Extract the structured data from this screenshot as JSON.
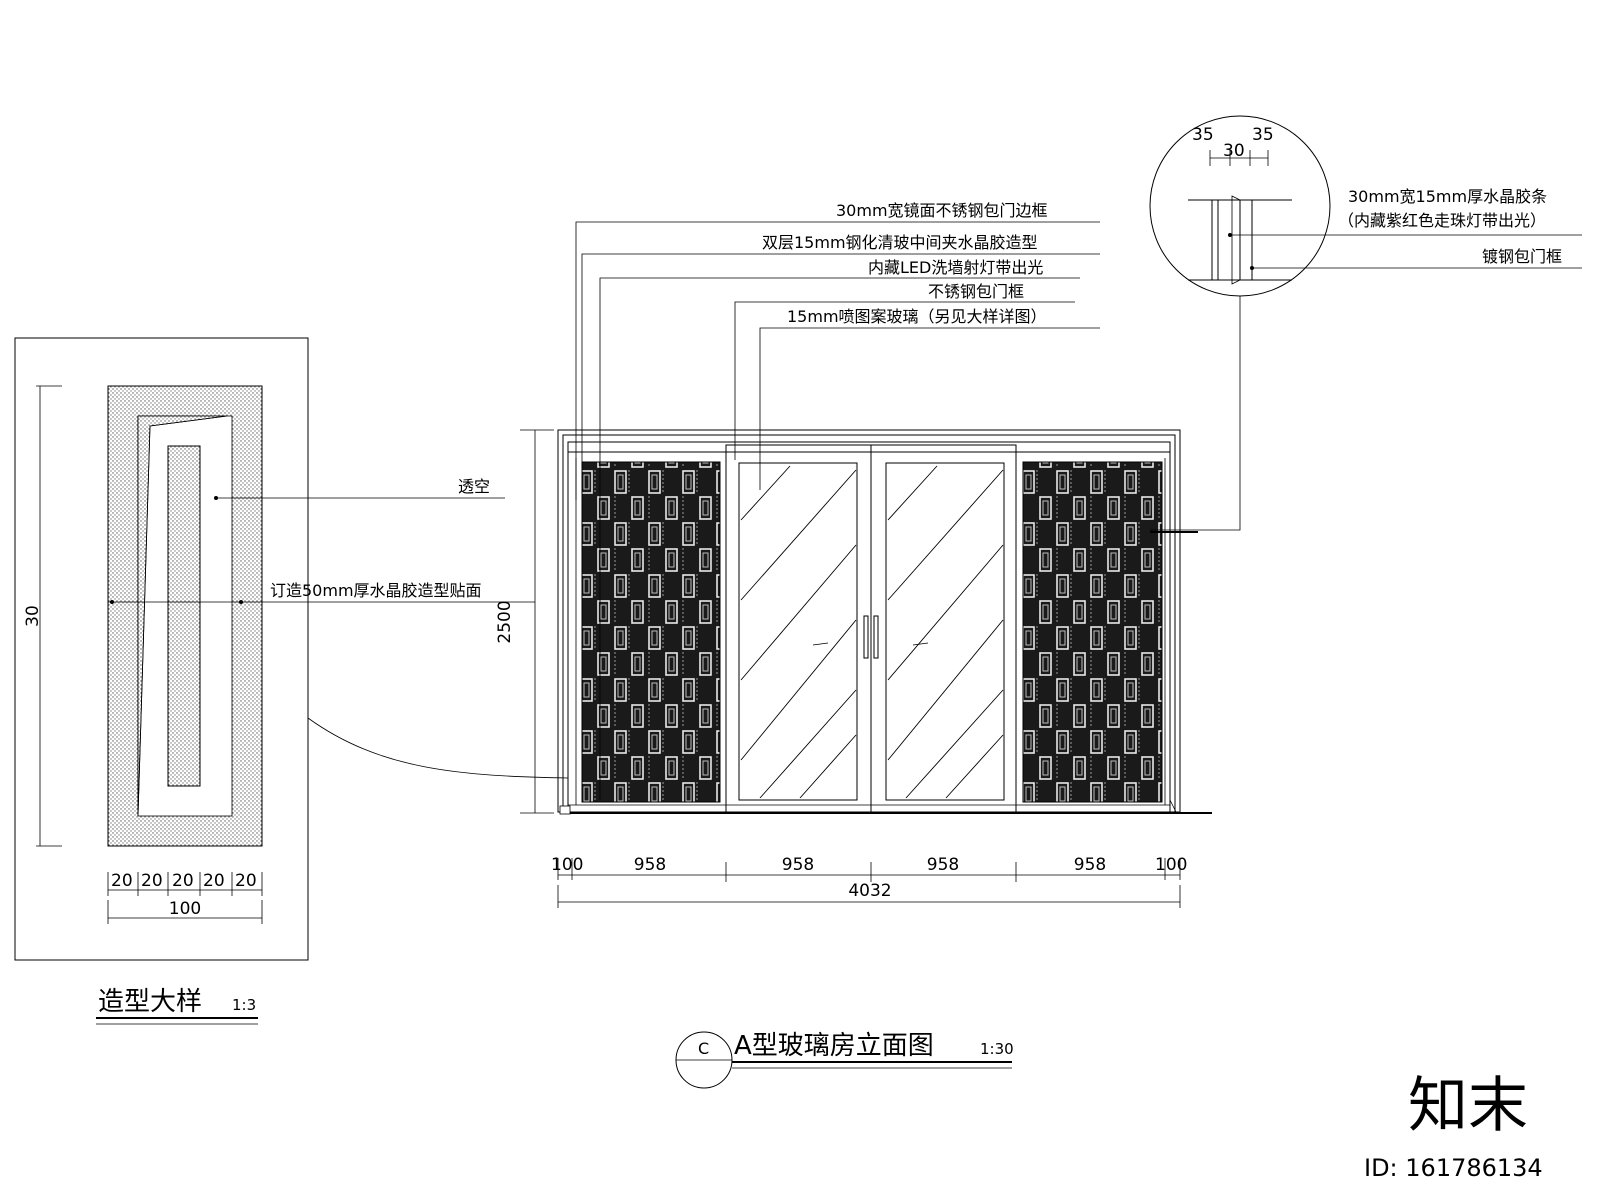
{
  "detail": {
    "title": "造型大样",
    "scale": "1:3",
    "dim_height": "30",
    "dim_segments": [
      "20",
      "20",
      "20",
      "20",
      "20"
    ],
    "dim_total": "100",
    "label_hollow": "透空",
    "label_facing": "订造50mm厚水晶胶造型贴面"
  },
  "elevation": {
    "title": "A型玻璃房立面图",
    "scale": "1:30",
    "section_mark": "C",
    "height_dim": "2500",
    "dims": [
      "100",
      "958",
      "958",
      "958",
      "958",
      "100"
    ],
    "total_dim": "4032",
    "callouts": [
      "30mm宽镜面不锈钢包门边框",
      "双层15mm钢化清玻中间夹水晶胶造型",
      "内藏LED洗墙射灯带出光",
      "不锈钢包门框",
      "15mm喷图案玻璃（另见大样详图）"
    ]
  },
  "section": {
    "dims": [
      "35",
      "30",
      "35"
    ],
    "label_strip_1": "30mm宽15mm厚水晶胶条",
    "label_strip_2": "（内藏紫红色走珠灯带出光）",
    "label_frame": "镀钢包门框"
  },
  "watermark": {
    "logo": "知末",
    "id": "ID: 161786134"
  }
}
